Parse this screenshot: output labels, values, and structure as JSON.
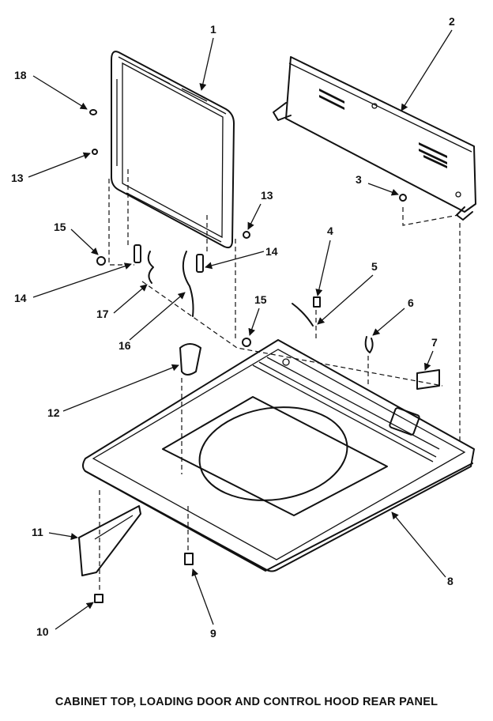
{
  "caption": "CABINET TOP, LOADING DOOR AND CONTROL HOOD REAR PANEL",
  "callouts": [
    {
      "id": "callout-1",
      "label": "1"
    },
    {
      "id": "callout-2",
      "label": "2"
    },
    {
      "id": "callout-3",
      "label": "3"
    },
    {
      "id": "callout-4",
      "label": "4"
    },
    {
      "id": "callout-5",
      "label": "5"
    },
    {
      "id": "callout-6",
      "label": "6"
    },
    {
      "id": "callout-7",
      "label": "7"
    },
    {
      "id": "callout-8",
      "label": "8"
    },
    {
      "id": "callout-9",
      "label": "9"
    },
    {
      "id": "callout-10",
      "label": "10"
    },
    {
      "id": "callout-11",
      "label": "11"
    },
    {
      "id": "callout-12",
      "label": "12"
    },
    {
      "id": "callout-13a",
      "label": "13"
    },
    {
      "id": "callout-13b",
      "label": "13"
    },
    {
      "id": "callout-14a",
      "label": "14"
    },
    {
      "id": "callout-14b",
      "label": "14"
    },
    {
      "id": "callout-15a",
      "label": "15"
    },
    {
      "id": "callout-15b",
      "label": "15"
    },
    {
      "id": "callout-16",
      "label": "16"
    },
    {
      "id": "callout-17",
      "label": "17"
    },
    {
      "id": "callout-18",
      "label": "18"
    }
  ]
}
